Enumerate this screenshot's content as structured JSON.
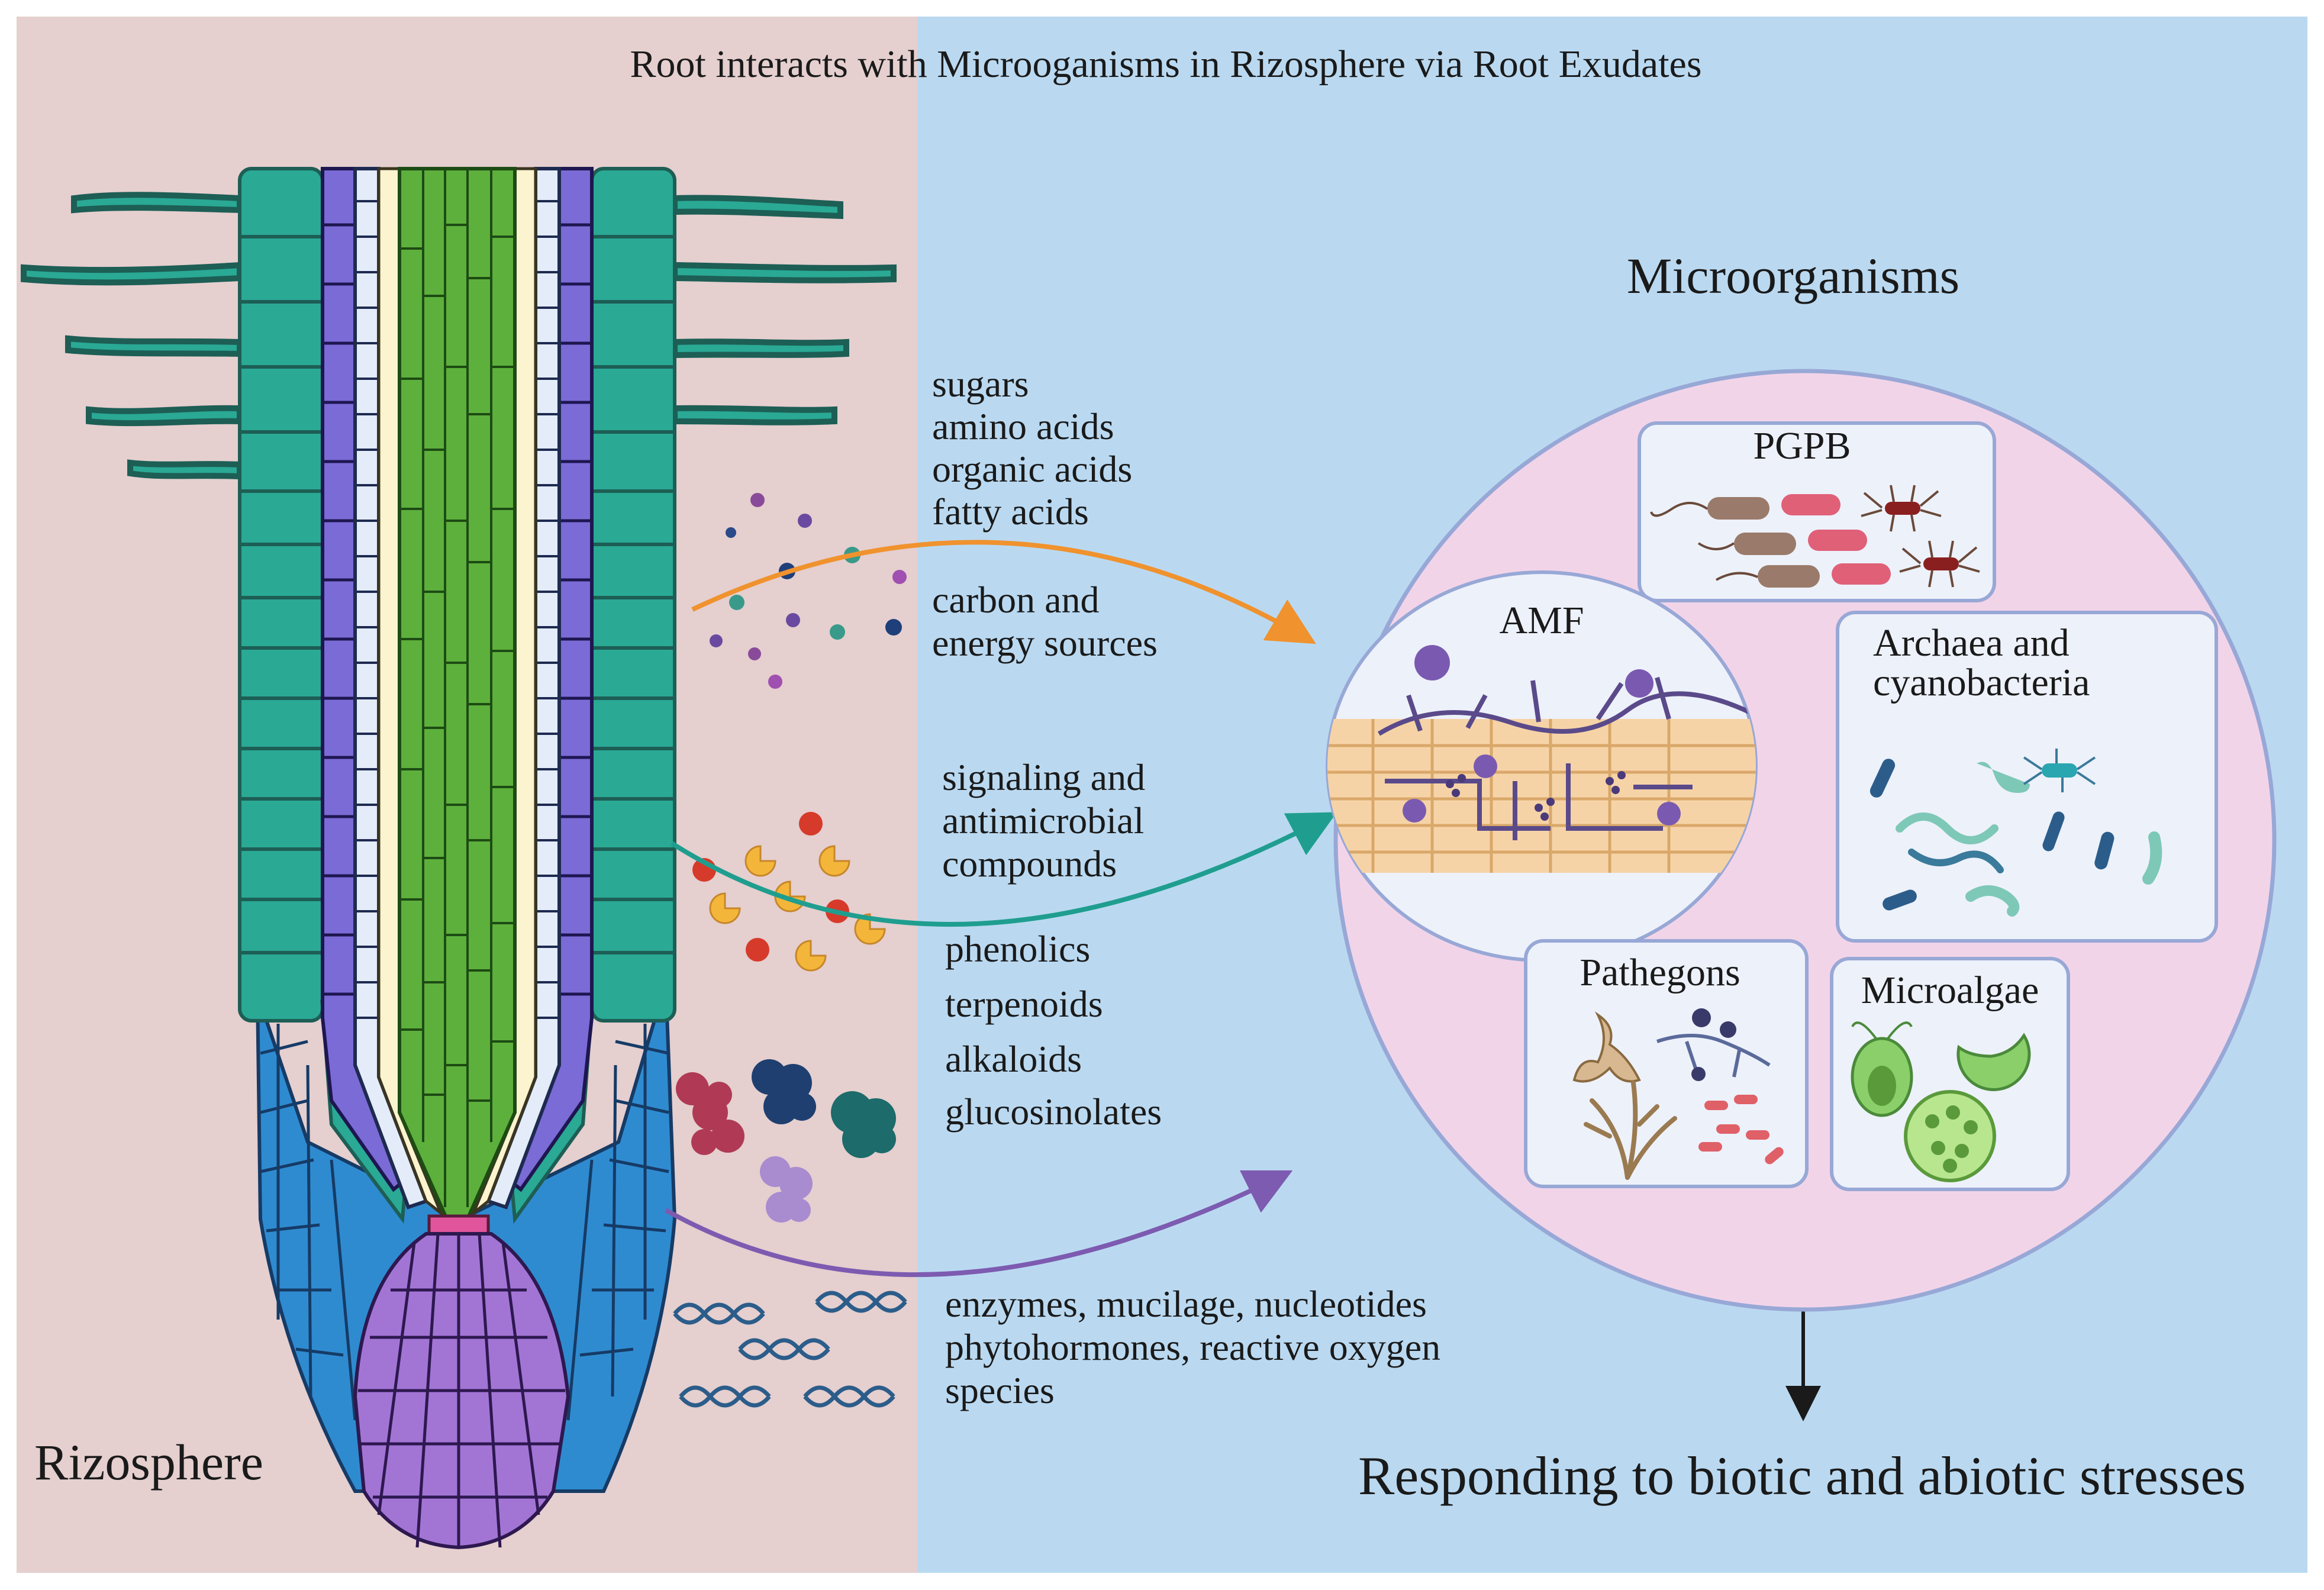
{
  "title": "Root interacts with Microoganisms in Rizosphere via Root Exudates",
  "rhizosphere_label": "Rizosphere",
  "microorganisms_title": "Microorganisms",
  "exudate_groups": [
    {
      "lines_above": [
        "sugars",
        "amino acids",
        "organic acids",
        "fatty acids"
      ],
      "lines_below": [
        "carbon and",
        "energy sources"
      ],
      "arrow_color": "#f0922e"
    },
    {
      "lines_above": [
        "signaling and",
        "antimicrobial",
        "compounds"
      ],
      "lines_below": [
        "phenolics",
        "terpenoids",
        "alkaloids",
        "glucosinolates"
      ],
      "arrow_color": "#1f9e8f"
    },
    {
      "lines_below": [
        "enzymes, mucilage, nucleotides",
        "phytohormones, reactive oxygen",
        "species"
      ],
      "arrow_color": "#7d5bb0"
    }
  ],
  "microbe_groups": [
    {
      "label": "PGPB"
    },
    {
      "label": "AMF"
    },
    {
      "label_lines": [
        "Archaea and",
        "cyanobacteria"
      ]
    },
    {
      "label": "Pathegons"
    },
    {
      "label": "Microalgae"
    }
  ],
  "outcome": "Responding to biotic and abiotic stresses",
  "colors": {
    "rhizosphere_bg": "#e5cfcf",
    "microbe_bg": "#bad9f1",
    "circle_fill": "#f2d4e9",
    "epidermis": "#2aa995",
    "endodermis": "#7a6bd6",
    "pericycle": "#e3ecf8",
    "phloem": "#fbf4cf",
    "stele": "#5db03c",
    "root_cap": "#a275d5",
    "lateral_cap": "#2f8bd0",
    "quiescent_center": "#e0559c"
  }
}
